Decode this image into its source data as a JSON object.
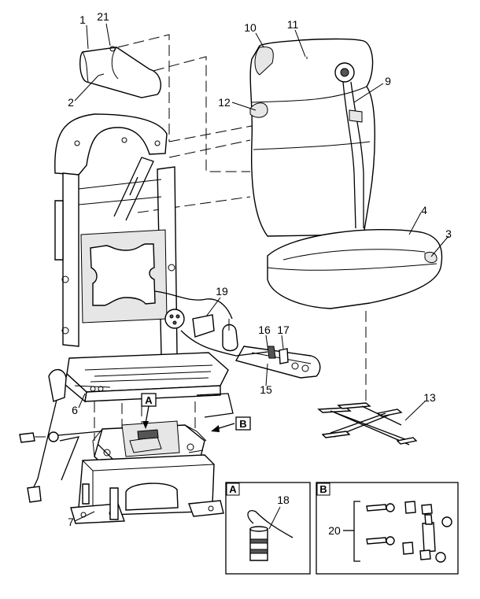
{
  "callouts": {
    "c1": "1",
    "c2": "2",
    "c3": "3",
    "c4": "4",
    "c6": "6",
    "c7": "7",
    "c9": "9",
    "c10": "10",
    "c11": "11",
    "c12": "12",
    "c13": "13",
    "c15": "15",
    "c16": "16",
    "c17": "17",
    "c18": "18",
    "c19": "19",
    "c20": "20",
    "c21": "21"
  },
  "detail_markers": {
    "a": "A",
    "b": "B"
  },
  "detail_boxes": {
    "a": "A",
    "b": "B"
  }
}
